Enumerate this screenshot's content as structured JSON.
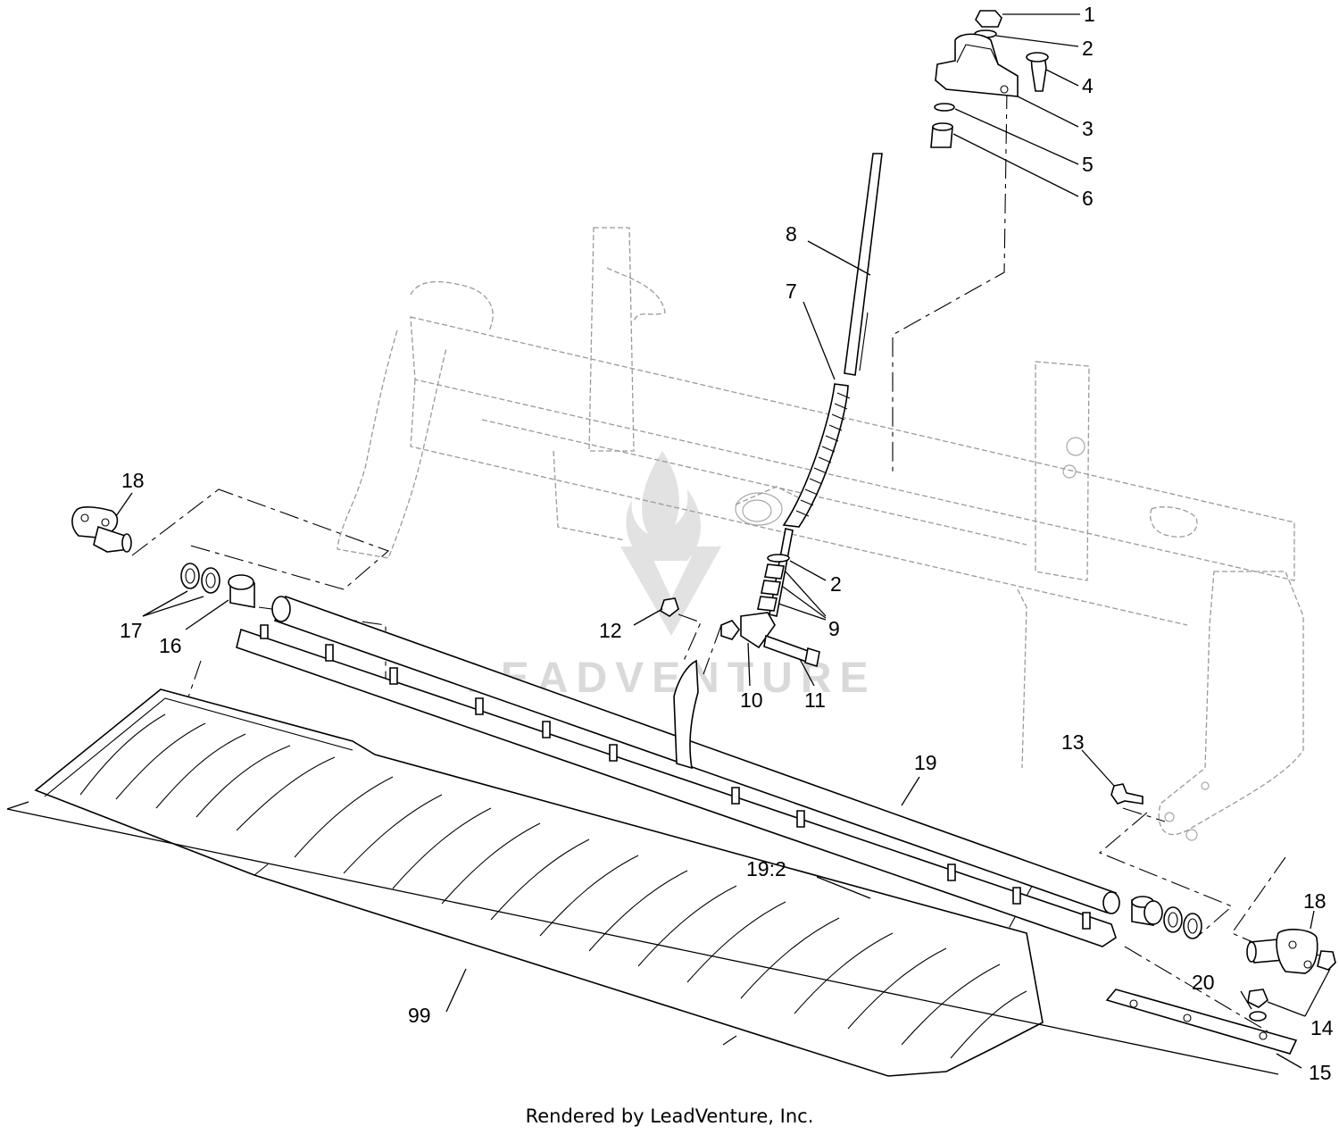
{
  "footer": {
    "credit": "Rendered by LeadVenture, Inc."
  },
  "watermark": {
    "text": "LEADVENTURE",
    "icon": "flame-v-logo-icon"
  },
  "colors": {
    "line": "#000000",
    "ghost": "#9a9a9a",
    "watermark": "#d9d9d9"
  },
  "callouts": [
    {
      "id": "c1",
      "label": "1"
    },
    {
      "id": "c2a",
      "label": "2"
    },
    {
      "id": "c4",
      "label": "4"
    },
    {
      "id": "c3",
      "label": "3"
    },
    {
      "id": "c5",
      "label": "5"
    },
    {
      "id": "c6",
      "label": "6"
    },
    {
      "id": "c8",
      "label": "8"
    },
    {
      "id": "c7",
      "label": "7"
    },
    {
      "id": "c18a",
      "label": "18"
    },
    {
      "id": "c2b",
      "label": "2"
    },
    {
      "id": "c9",
      "label": "9"
    },
    {
      "id": "c17",
      "label": "17"
    },
    {
      "id": "c16",
      "label": "16"
    },
    {
      "id": "c12",
      "label": "12"
    },
    {
      "id": "c10",
      "label": "10"
    },
    {
      "id": "c11",
      "label": "11"
    },
    {
      "id": "c13",
      "label": "13"
    },
    {
      "id": "c19",
      "label": "19"
    },
    {
      "id": "c192",
      "label": "19:2"
    },
    {
      "id": "c18b",
      "label": "18"
    },
    {
      "id": "c20",
      "label": "20"
    },
    {
      "id": "c14",
      "label": "14"
    },
    {
      "id": "c99",
      "label": "99"
    },
    {
      "id": "c15",
      "label": "15"
    }
  ]
}
